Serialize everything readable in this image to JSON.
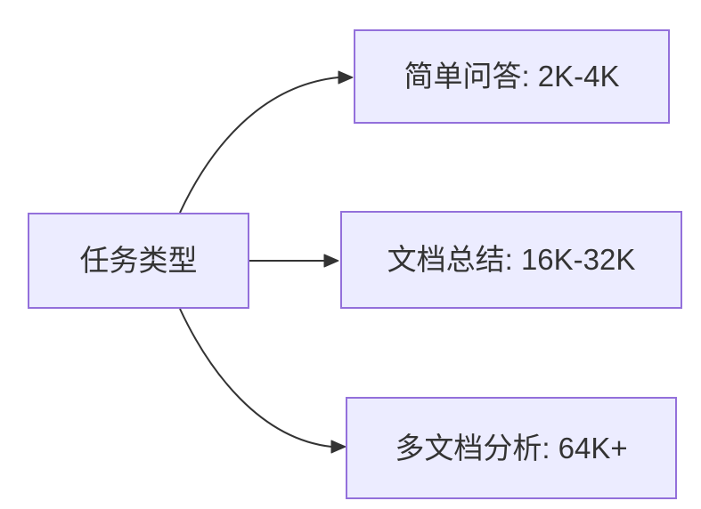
{
  "diagram": {
    "type": "flowchart",
    "direction": "left-to-right",
    "colors": {
      "background": "#ffffff",
      "node_fill": "#ececff",
      "node_border": "#9370db",
      "edge": "#333333",
      "text": "#333333"
    },
    "nodes": {
      "root": {
        "label": "任务类型"
      },
      "simple_qa": {
        "label": "简单问答: 2K-4K"
      },
      "doc_summary": {
        "label": "文档总结: 16K-32K"
      },
      "multi_doc": {
        "label": "多文档分析: 64K+"
      }
    },
    "edges": [
      {
        "from": "任务类型",
        "to": "简单问答: 2K-4K"
      },
      {
        "from": "任务类型",
        "to": "文档总结: 16K-32K"
      },
      {
        "from": "任务类型",
        "to": "多文档分析: 64K+"
      }
    ]
  }
}
